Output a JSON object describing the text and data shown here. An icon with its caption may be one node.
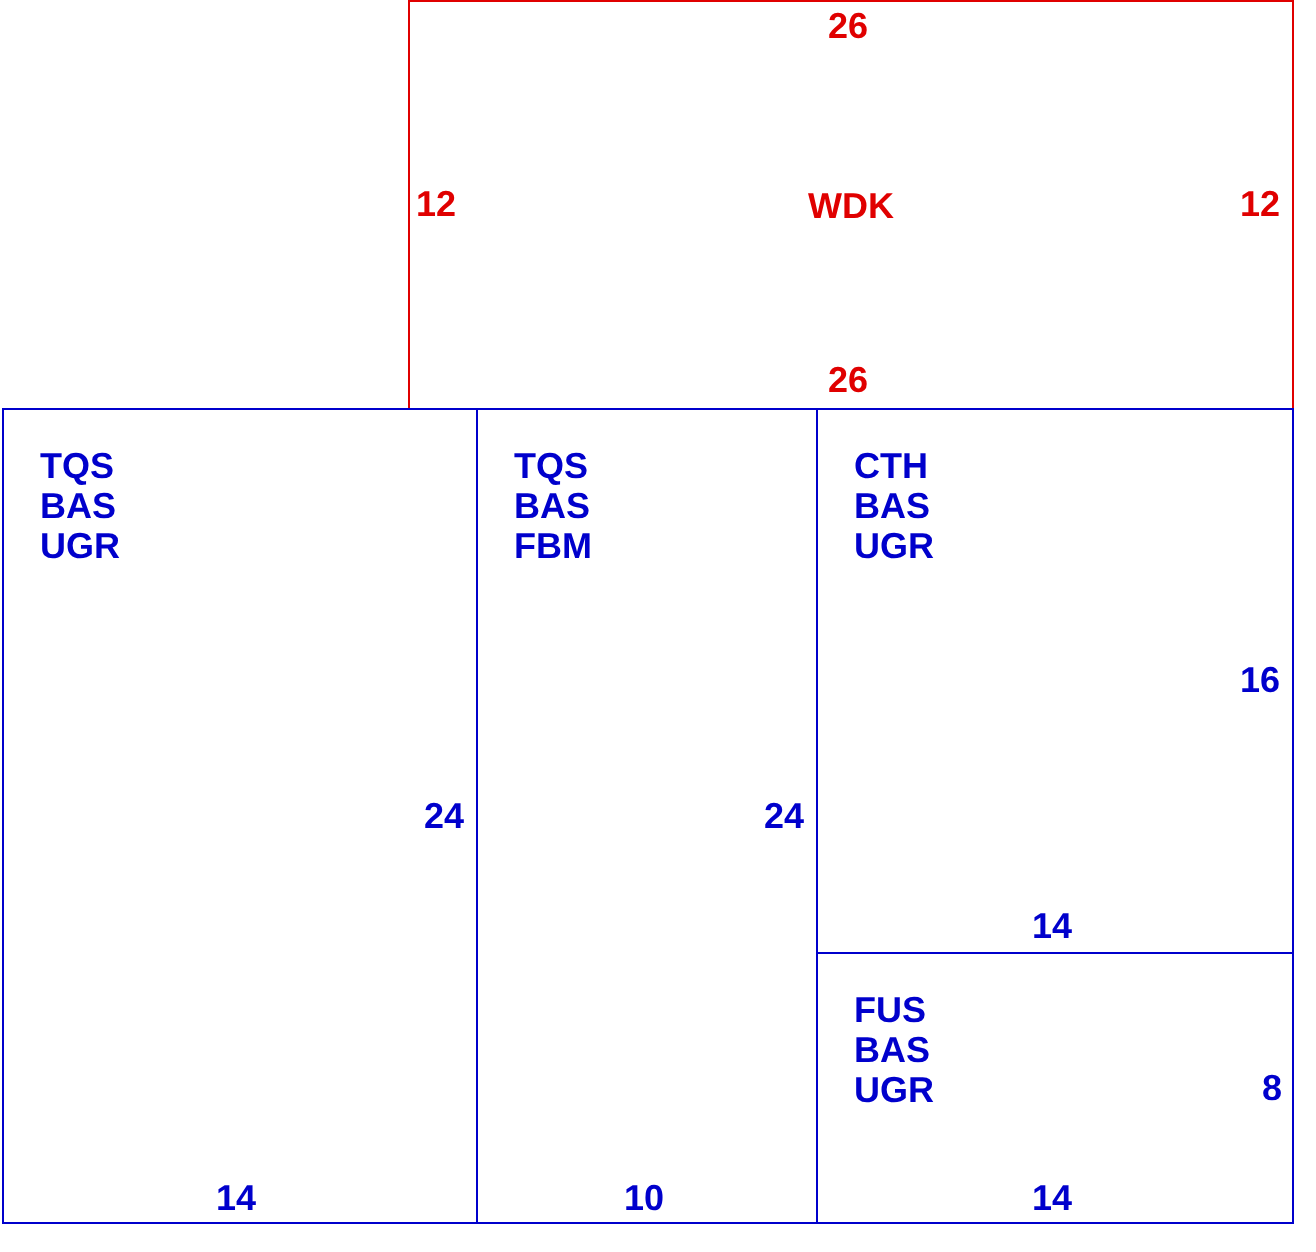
{
  "diagram": {
    "nodes": [
      {
        "text": [
          "WDK"
        ]
      },
      {
        "text": [
          "TQS BAS UGR"
        ]
      },
      {
        "text": [
          "TQS BAS FBM"
        ]
      },
      {
        "text": [
          "CTH BAS UGR"
        ]
      },
      {
        "text": [
          "FUS BAS UGR"
        ]
      }
    ],
    "labels": [
      "26",
      "12",
      "12",
      "26",
      "16",
      "24",
      "24",
      "14",
      "8",
      "14",
      "10",
      "14"
    ]
  }
}
